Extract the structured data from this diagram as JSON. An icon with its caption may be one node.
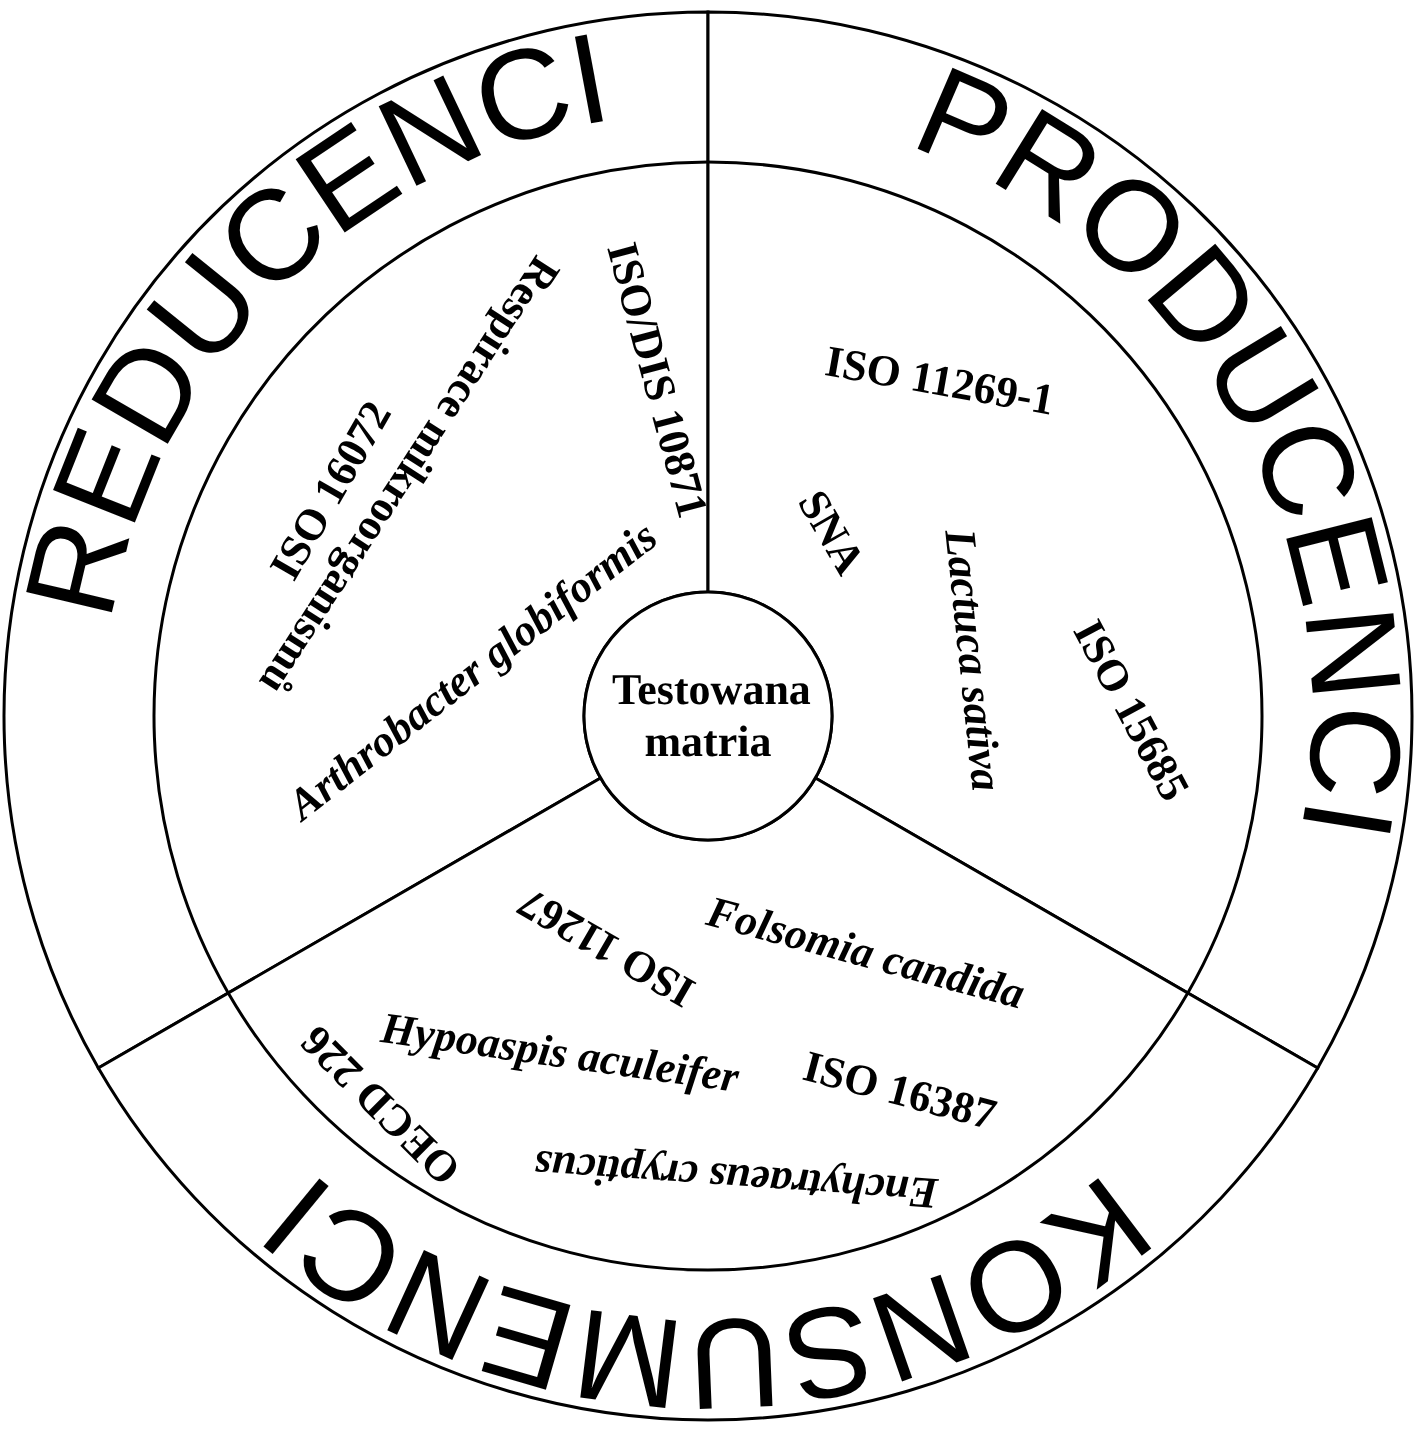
{
  "diagram": {
    "nodes": [
      {
        "text": [
          "REDUCENCI",
          "ISO 16072",
          "Respirace mikroorganismů",
          "Arthrobacter globiformis",
          "ISO/DIS 10871"
        ]
      },
      {
        "text": [
          "PRODUCENCI",
          "ISO 11269-1",
          "SNA",
          "Lactuca sativa",
          "ISO 15685"
        ]
      },
      {
        "text": [
          "KONSUMENCI",
          "ISO 11267",
          "Folsomia candida",
          "Hypoaspis aculeifer",
          "ISO 16387",
          "OECD 226",
          "Enchytraeus crypticus"
        ]
      },
      {
        "text": [
          "Testowana matria"
        ]
      }
    ]
  }
}
